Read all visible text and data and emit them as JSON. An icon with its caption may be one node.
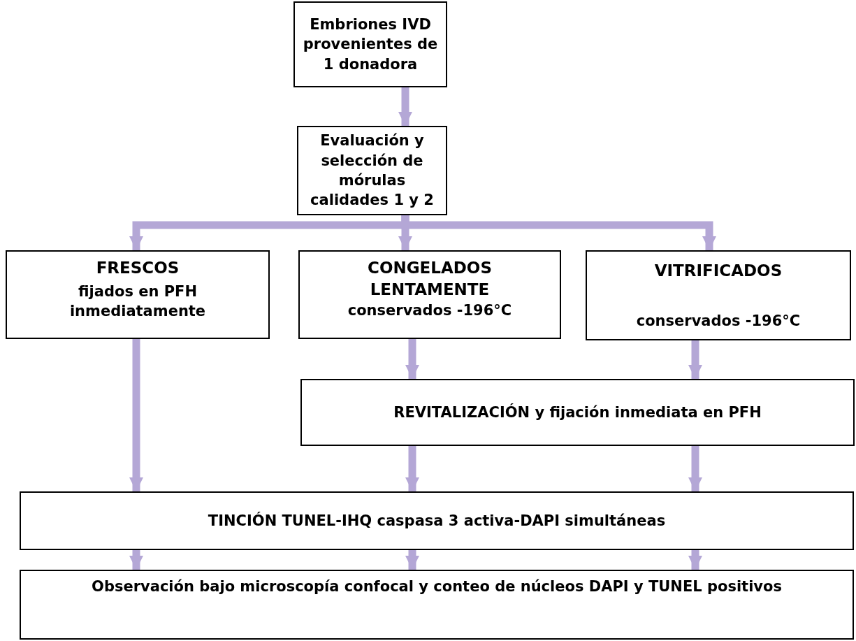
{
  "diagram": {
    "nodes": [
      {
        "text": [
          "Embriones IVD provenientes de 1 donadora"
        ]
      },
      {
        "text": [
          "Evaluación y selección de mórulas calidades 1 y 2"
        ]
      },
      {
        "text": [
          "FRESCOS",
          "fijados en PFH inmediatamente"
        ]
      },
      {
        "text": [
          "CONGELADOS LENTAMENTE",
          "conservados -196°C"
        ]
      },
      {
        "text": [
          "VITRIFICADOS",
          "conservados -196°C"
        ]
      },
      {
        "text": [
          "REVITALIZACIÓN y fijación inmediata en PFH"
        ]
      },
      {
        "text": [
          "TINCIÓN TUNEL-IHQ caspasa 3 activa-DAPI simultáneas"
        ]
      },
      {
        "text": [
          "Observación bajo microscopía confocal y conteo de núcleos DAPI y TUNEL positivos"
        ]
      }
    ],
    "edges": [
      {
        "from": 0,
        "to": 1,
        "arrow": "to"
      },
      {
        "from": 1,
        "to": 2,
        "arrow": "to"
      },
      {
        "from": 1,
        "to": 3,
        "arrow": "to"
      },
      {
        "from": 1,
        "to": 4,
        "arrow": "to"
      },
      {
        "from": 2,
        "to": 6,
        "arrow": "to"
      },
      {
        "from": 3,
        "to": 5,
        "arrow": "to"
      },
      {
        "from": 4,
        "to": 5,
        "arrow": "to"
      },
      {
        "from": 5,
        "to": 6,
        "arrow": "to"
      },
      {
        "from": 5,
        "to": 6,
        "arrow": "to"
      },
      {
        "from": 6,
        "to": 7,
        "arrow": "to"
      },
      {
        "from": 6,
        "to": 7,
        "arrow": "to"
      },
      {
        "from": 6,
        "to": 7,
        "arrow": "to"
      }
    ]
  }
}
